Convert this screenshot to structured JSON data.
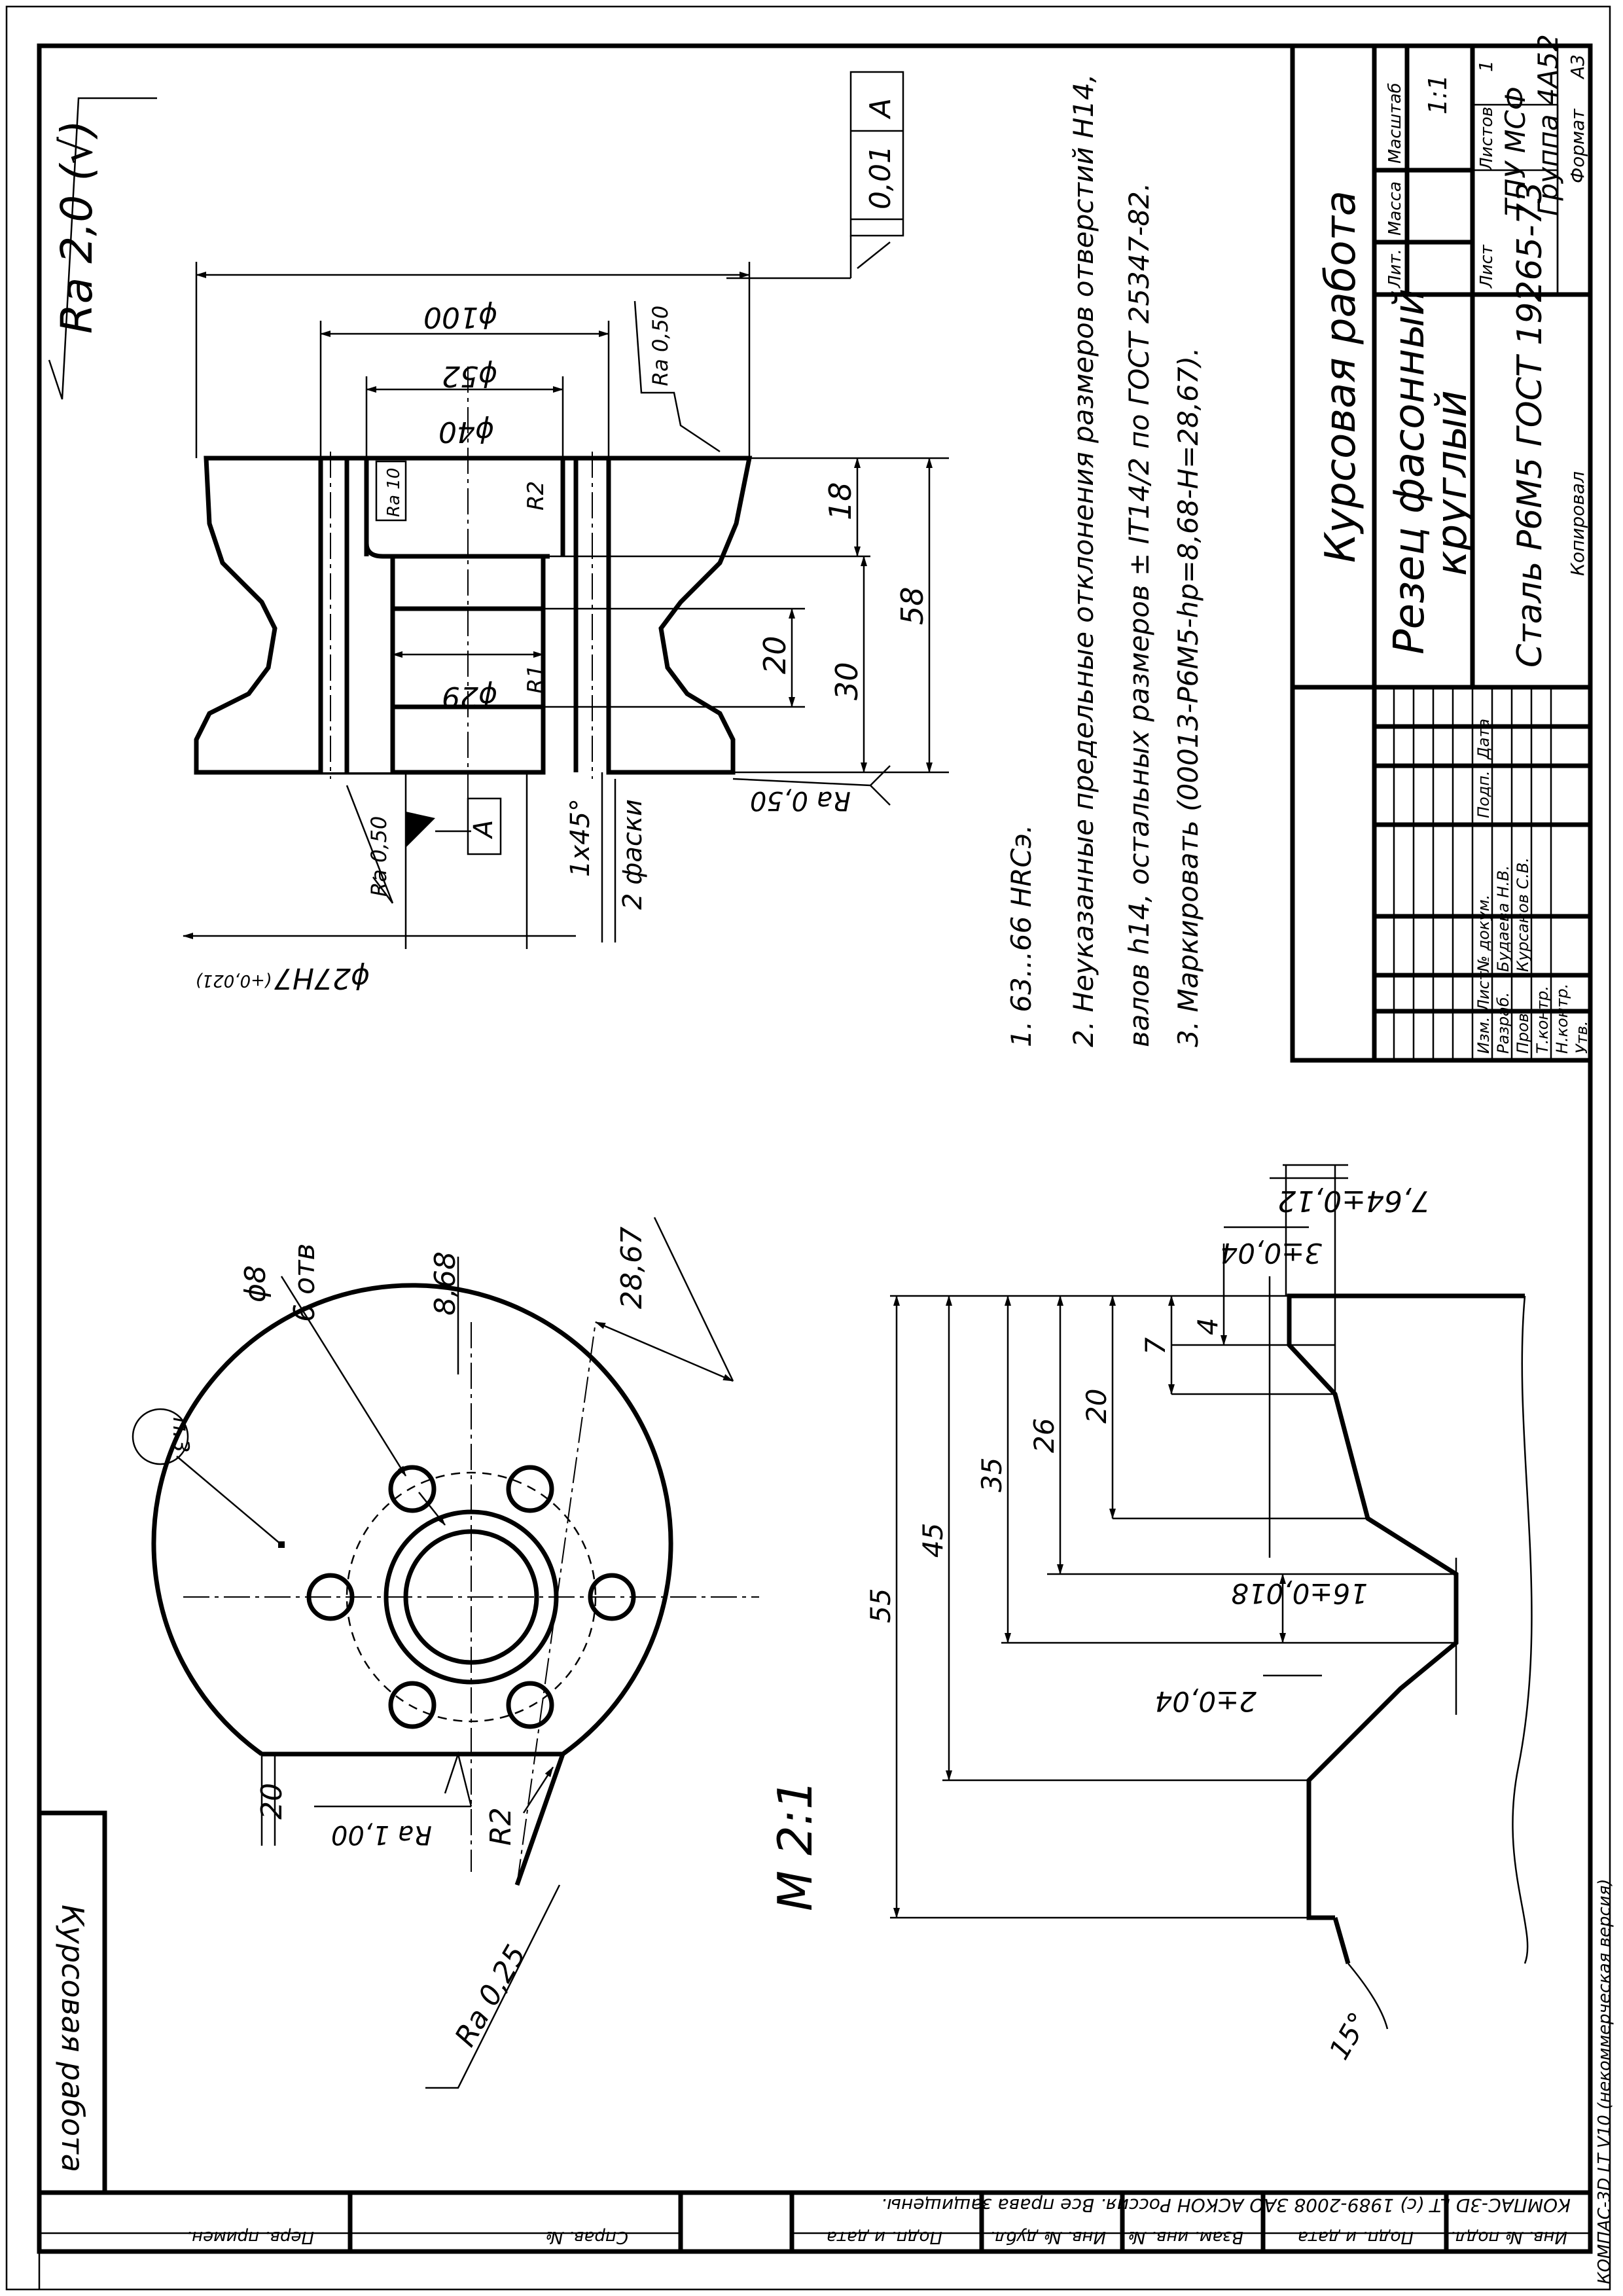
{
  "roughness_general": "Ra 2,0 (√)",
  "tolerance_frame": {
    "value": "0,01",
    "datum": "A"
  },
  "section": {
    "d100": "ϕ100",
    "d52": "ϕ52",
    "d40": "ϕ40",
    "d29": "ϕ29",
    "d27": "ϕ27H7",
    "d27_tol": "(+0,021)",
    "ra050_top": "Ra 0,50",
    "ra10": "Ra 10",
    "r2": "R2",
    "r1": "R1",
    "dim18": "18",
    "dim20": "20",
    "dim30": "30",
    "dim58": "58",
    "ra050_bottom": "Ra 0,50",
    "ra050_left": "Ra 0,50",
    "datum": "A",
    "chamfer": "1x45°",
    "chamfer_count": "2 фаски"
  },
  "notes": [
    "1. 63...66 HRCэ.",
    "2. Неуказанные предельные отклонения размеров отверстий H14,",
    "валов h14, остальных размеров ± IT14/2 по ГОСТ 25347-82.",
    "3. Маркировать (00013-Р6М5-hр=8,68-Н=28,67)."
  ],
  "front_view": {
    "callout": "п.3",
    "holes": "ϕ8",
    "holes_count": "6 отв",
    "dim868": "8,68",
    "dim2867": "28,67",
    "dim20": "20",
    "ra100": "Ra 1,00",
    "r2": "R2",
    "ra025": "Ra 0,25",
    "scale": "М 2:1"
  },
  "profile": {
    "dim764": "7,64±0,12",
    "dim3": "3±0,04",
    "dim4": "4",
    "dim7": "7",
    "dim20": "20",
    "dim26": "26",
    "dim35": "35",
    "dim45": "45",
    "dim55": "55",
    "dim16": "16±0,018",
    "dim2": "2±0,04",
    "angle": "15°"
  },
  "title_block": {
    "doc_type": "Курсовая работа",
    "name_line1": "Резец фасонный",
    "name_line2": "круглый",
    "material": "Сталь Р6М5 ГОСТ 19265-73",
    "lit": "Лит.",
    "mass": "Масса",
    "scale_label": "Масштаб",
    "scale": "1:1",
    "sheet": "Лист",
    "sheets": "Листов",
    "sheets_count": "1",
    "org1": "ТПУ МСФ",
    "org2": "Группа 4А52",
    "copied": "Копировал",
    "format": "Формат",
    "format_value": "А3",
    "izm": "Изм.",
    "list": "Лист",
    "doc_no": "№ докум.",
    "sign": "Подп.",
    "date": "Дата",
    "razrab": "Разраб.",
    "prov": "Пров.",
    "tkontr": "Т.контр.",
    "nkontr": "Н.контр.",
    "utv": "Утв.",
    "razrab_name": "Будаева Н.В.",
    "prov_name": "Курсанов С.В."
  },
  "side_frame": {
    "stamp": "Курсовая работа",
    "perv_prim": "Перв. примен.",
    "sprav": "Справ. №",
    "podp_data": "Подп. и дата",
    "inv_dubl": "Инв. № дубл.",
    "vzam_inv": "Взам. инв. №",
    "podp_data2": "Подп. и дата",
    "inv_podl": "Инв. № подл."
  },
  "footer": {
    "copyright": "КОМПАС-3D LT (с) 1989-2008 ЗАО АСКОН Россия. Все права защищены.",
    "version": "КОМПАС-3D LT V10 (некоммерческая версия)"
  }
}
